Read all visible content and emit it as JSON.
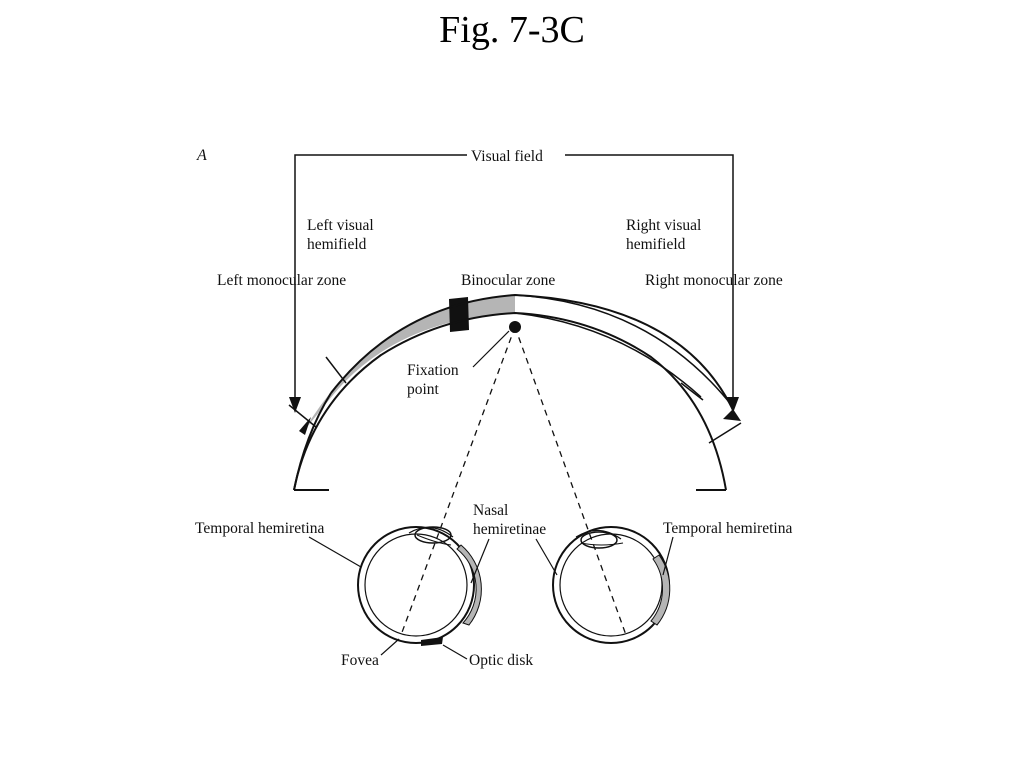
{
  "title": "Fig. 7-3C",
  "diagram": {
    "panel_letter": "A",
    "labels": {
      "visual_field": "Visual field",
      "left_visual_hemifield": [
        "Left visual",
        "hemifield"
      ],
      "right_visual_hemifield": [
        "Right visual",
        "hemifield"
      ],
      "left_monocular_zone": "Left monocular zone",
      "binocular_zone": "Binocular zone",
      "right_monocular_zone": "Right monocular zone",
      "fixation_point": [
        "Fixation",
        "point"
      ],
      "temporal_hemiretina_left": "Temporal hemiretina",
      "nasal_hemiretinae": [
        "Nasal",
        "hemiretinae"
      ],
      "temporal_hemiretina_right": "Temporal hemiretina",
      "fovea": "Fovea",
      "optic_disk": "Optic disk"
    },
    "colors": {
      "line": "#111111",
      "gray_fill": "#b5b5b5",
      "dark_fill": "#111111",
      "background": "#ffffff"
    }
  }
}
